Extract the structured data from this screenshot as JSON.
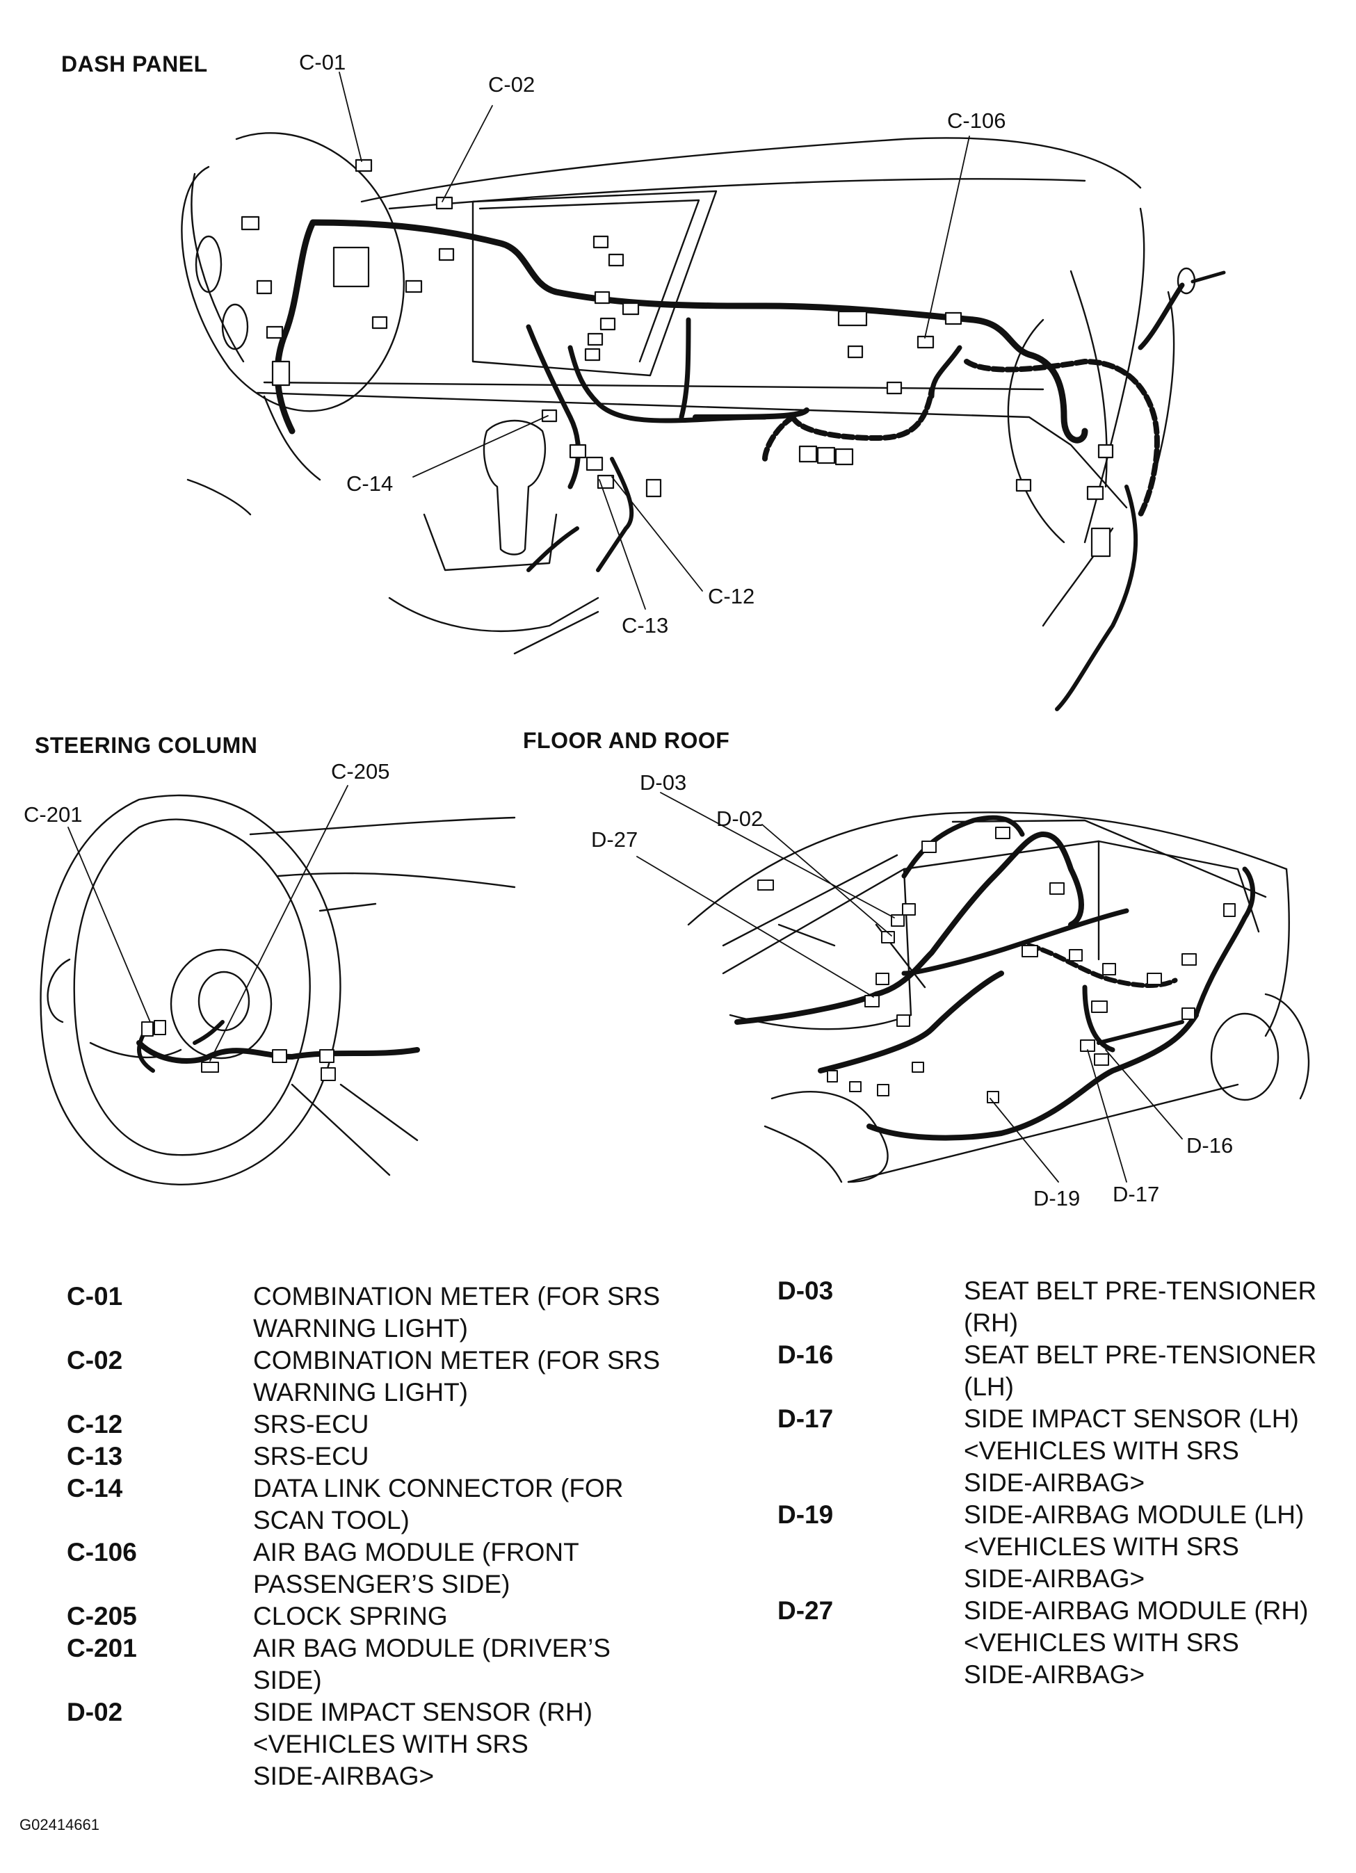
{
  "sections": {
    "dash_panel": "DASH PANEL",
    "steering_column": "STEERING COLUMN",
    "floor_and_roof": "FLOOR AND ROOF"
  },
  "callouts": {
    "c01": "C-01",
    "c02": "C-02",
    "c106": "C-106",
    "c14": "C-14",
    "c12": "C-12",
    "c13": "C-13",
    "c205": "C-205",
    "c201": "C-201",
    "d03": "D-03",
    "d02": "D-02",
    "d27": "D-27",
    "d16": "D-16",
    "d19": "D-19",
    "d17": "D-17"
  },
  "legend_left": [
    {
      "code": "C-01",
      "desc": "COMBINATION METER (FOR SRS\nWARNING LIGHT)"
    },
    {
      "code": "C-02",
      "desc": "COMBINATION METER (FOR SRS\nWARNING LIGHT)"
    },
    {
      "code": "C-12",
      "desc": "SRS-ECU"
    },
    {
      "code": "C-13",
      "desc": "SRS-ECU"
    },
    {
      "code": "C-14",
      "desc": "DATA LINK CONNECTOR (FOR\nSCAN TOOL)"
    },
    {
      "code": "C-106",
      "desc": "AIR BAG MODULE (FRONT\nPASSENGER’S SIDE)"
    },
    {
      "code": "C-205",
      "desc": "CLOCK SPRING"
    },
    {
      "code": "C-201",
      "desc": "AIR BAG MODULE (DRIVER’S\nSIDE)"
    },
    {
      "code": "D-02",
      "desc": "SIDE IMPACT SENSOR (RH)\n<VEHICLES WITH SRS\nSIDE-AIRBAG>"
    }
  ],
  "legend_right": [
    {
      "code": "D-03",
      "desc": "SEAT BELT PRE-TENSIONER\n(RH)"
    },
    {
      "code": "D-16",
      "desc": "SEAT BELT PRE-TENSIONER\n(LH)"
    },
    {
      "code": "D-17",
      "desc": "SIDE IMPACT SENSOR (LH)\n<VEHICLES WITH SRS\nSIDE-AIRBAG>"
    },
    {
      "code": "D-19",
      "desc": "SIDE-AIRBAG MODULE (LH)\n<VEHICLES WITH SRS\nSIDE-AIRBAG>"
    },
    {
      "code": "D-27",
      "desc": "SIDE-AIRBAG MODULE (RH)\n<VEHICLES WITH SRS\nSIDE-AIRBAG>"
    }
  ],
  "image_id": "G02414661"
}
